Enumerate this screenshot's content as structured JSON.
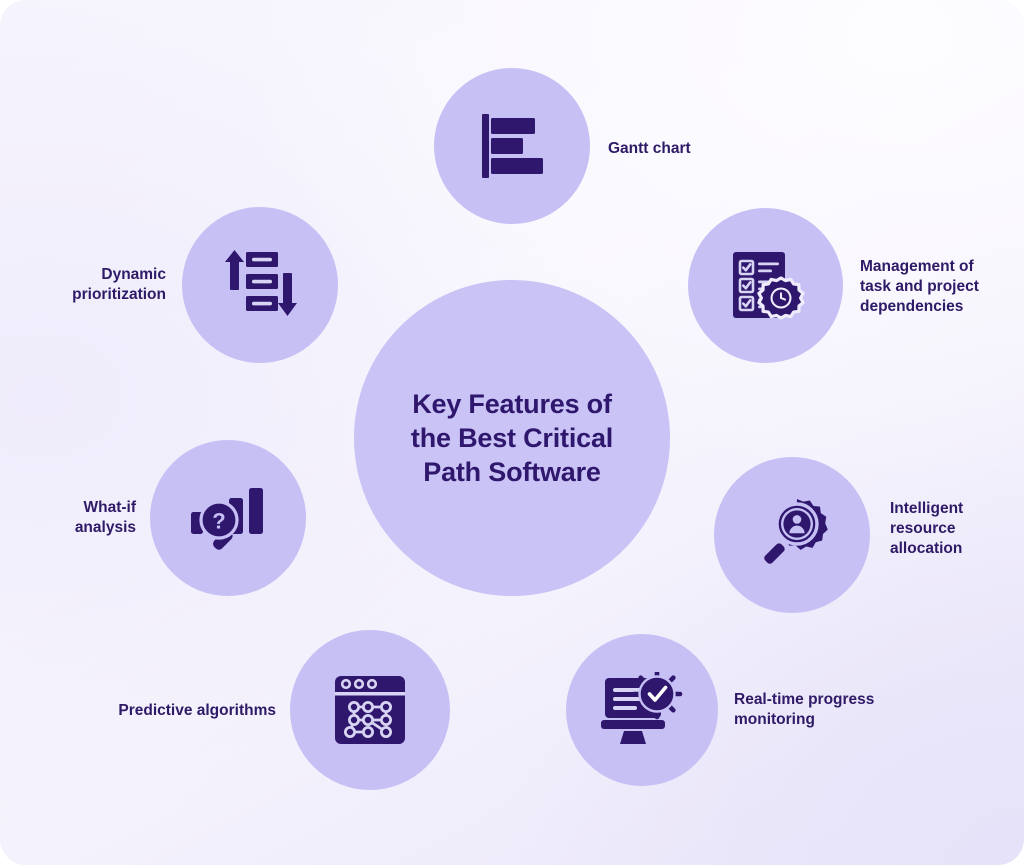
{
  "theme": {
    "bubble_fill": "#c6c0f5",
    "center_fill": "#c9c3f6",
    "icon_color": "#30176e",
    "text_color": "#2e1a66",
    "background_light": "#f8f7fe",
    "background_lavender": "#eae6fa"
  },
  "center": {
    "title": "Key Features of\nthe Best Critical\nPath Software"
  },
  "nodes": [
    {
      "id": "gantt-chart",
      "label": "Gantt chart",
      "icon": "gantt-chart-icon",
      "label_side": "right"
    },
    {
      "id": "dependencies",
      "label": "Management of\ntask and project\ndependencies",
      "icon": "checklist-gear-clock-icon",
      "label_side": "right"
    },
    {
      "id": "resource-allocation",
      "label": "Intelligent\nresource\nallocation",
      "icon": "magnifier-gear-person-icon",
      "label_side": "right"
    },
    {
      "id": "progress-monitoring",
      "label": "Real-time progress\nmonitoring",
      "icon": "monitor-clock-icon",
      "label_side": "right"
    },
    {
      "id": "predictive-algorithms",
      "label": "Predictive algorithms",
      "icon": "browser-network-icon",
      "label_side": "left"
    },
    {
      "id": "what-if-analysis",
      "label": "What-if\nanalysis",
      "icon": "bar-chart-question-magnifier-icon",
      "label_side": "left"
    },
    {
      "id": "dynamic-prioritization",
      "label": "Dynamic\nprioritization",
      "icon": "sort-arrows-icon",
      "label_side": "left"
    }
  ]
}
